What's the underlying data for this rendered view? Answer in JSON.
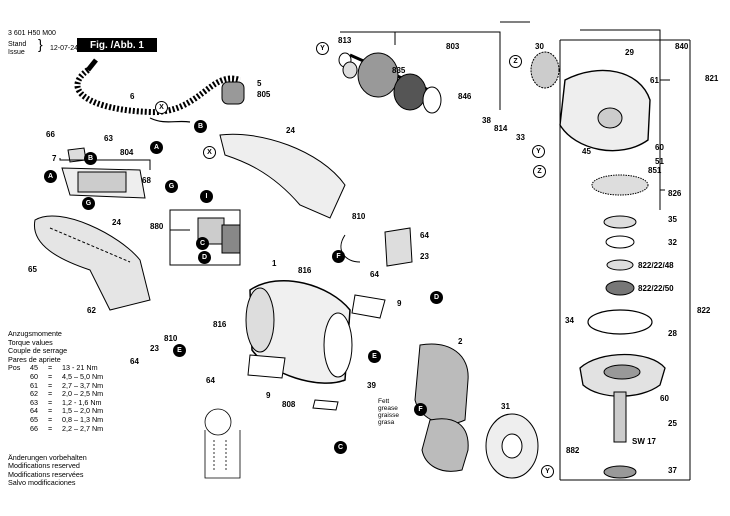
{
  "header": {
    "part_number": "3 601 H50 M00",
    "stand_label": "Stand",
    "issue_label": "Issue",
    "date": "12-07-24",
    "figure_label": "Fig. /Abb. 1"
  },
  "torque": {
    "title_lines": [
      "Anzugsmomente",
      "Torque values",
      "Couple de serrage",
      "Pares de apriete"
    ],
    "pos_label": "Pos",
    "rows": [
      {
        "pos": "45",
        "eq": "=",
        "value": "13 - 21 Nm"
      },
      {
        "pos": "60",
        "eq": "=",
        "value": "4,5 – 5,0 Nm"
      },
      {
        "pos": "61",
        "eq": "=",
        "value": "2,7 – 3,7 Nm"
      },
      {
        "pos": "62",
        "eq": "=",
        "value": "2,0 – 2,5 Nm"
      },
      {
        "pos": "63",
        "eq": "=",
        "value": "1,2 - 1,6 Nm"
      },
      {
        "pos": "64",
        "eq": "=",
        "value": "1,5 – 2,0 Nm"
      },
      {
        "pos": "65",
        "eq": "=",
        "value": "0,8 – 1,3 Nm"
      },
      {
        "pos": "66",
        "eq": "=",
        "value": "2,2 – 2,7 Nm"
      }
    ]
  },
  "footer_lines": [
    "Änderungen vorbehalten",
    "Modifications reserved",
    "Modifications reservées",
    "Salvo modificaciones"
  ],
  "grease_note": [
    "Fett",
    "grease",
    "graisse",
    "grasa"
  ],
  "part_labels": {
    "p813": "813",
    "p803": "803",
    "p835": "835",
    "p30": "30",
    "p840": "840",
    "p29": "29",
    "p821": "821",
    "p61": "61",
    "p5": "5",
    "p805": "805",
    "p6": "6",
    "p66": "66",
    "p63": "63",
    "p804": "804",
    "p7": "7",
    "p68": "68",
    "p24a": "24",
    "p24b": "24",
    "p846": "846",
    "p38": "38",
    "p814": "814",
    "p33": "33",
    "p45": "45",
    "p60a": "60",
    "p51": "51",
    "p851": "851",
    "p826": "826",
    "p880": "880",
    "p810a": "810",
    "p64a": "64",
    "p23a": "23",
    "p816a": "816",
    "p64b": "64",
    "p1": "1",
    "p9a": "9",
    "p65": "65",
    "p62": "62",
    "p35": "35",
    "p32": "32",
    "p822_48": "822/22/48",
    "p822_50": "822/22/50",
    "p822": "822",
    "p34": "34",
    "p28": "28",
    "p816b": "816",
    "p810b": "810",
    "p23b": "23",
    "p64c": "64",
    "p64d": "64",
    "p2": "2",
    "p39": "39",
    "p9b": "9",
    "p808": "808",
    "p31": "31",
    "p60b": "60",
    "p25": "25",
    "sw": "SW 17",
    "p882": "882",
    "p37": "37"
  },
  "callouts": {
    "X": "X",
    "Y": "Y",
    "Z": "Z",
    "A": "A",
    "B": "B",
    "C": "C",
    "D": "D",
    "E": "E",
    "F": "F",
    "G": "G",
    "I": "I"
  }
}
